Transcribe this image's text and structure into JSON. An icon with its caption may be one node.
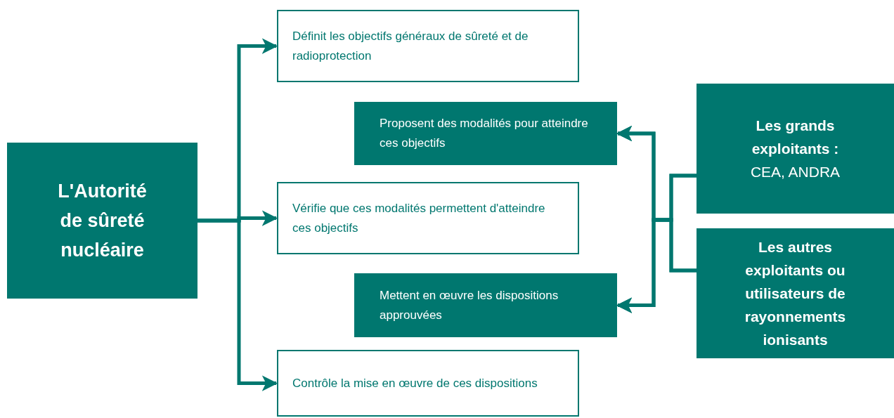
{
  "diagram": {
    "nodes": [
      {
        "text": [
          "L'Autorité de sûreté nucléaire"
        ]
      },
      {
        "text": [
          "Définit les objectifs généraux de sûreté et de radioprotection"
        ]
      },
      {
        "text": [
          "Proposent des modalités pour atteindre ces objectifs"
        ]
      },
      {
        "text": [
          "Vérifie que ces modalités permettent d'atteindre ces objectifs"
        ]
      },
      {
        "text": [
          "Mettent en œuvre les dispositions approuvées"
        ]
      },
      {
        "text": [
          "Contrôle la mise en œuvre de ces dispositions"
        ]
      },
      {
        "text": [
          "Les grands exploitants :",
          "CEA, ANDRA"
        ]
      },
      {
        "text": [
          "Les autres exploitants ou utilisateurs de rayonnements ionisants"
        ]
      }
    ],
    "edges": [
      {
        "from": 0,
        "to": 1,
        "arrow": "to"
      },
      {
        "from": 0,
        "to": 3,
        "arrow": "to"
      },
      {
        "from": 0,
        "to": 5,
        "arrow": "to"
      },
      {
        "from": 6,
        "to": 2,
        "arrow": "to"
      },
      {
        "from": 6,
        "to": 4,
        "arrow": "to"
      },
      {
        "from": 7,
        "to": 2,
        "arrow": "to"
      },
      {
        "from": 7,
        "to": 4,
        "arrow": "to"
      }
    ]
  }
}
